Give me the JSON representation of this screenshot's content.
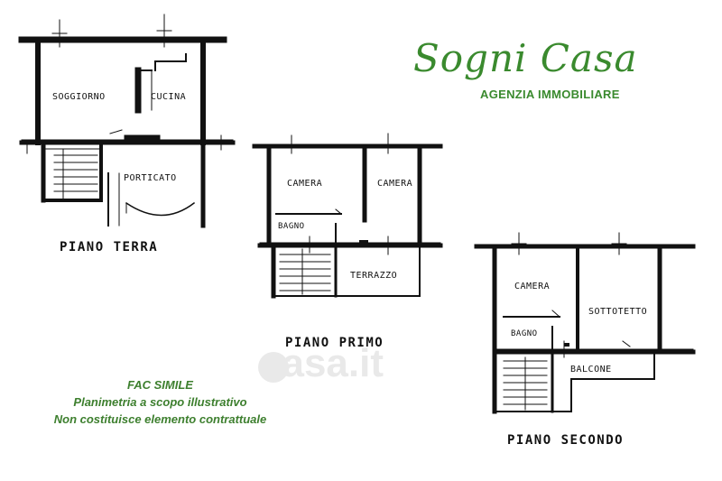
{
  "brand": {
    "name": "Sogni Casa",
    "tagline": "AGENZIA IMMOBILIARE",
    "color": "#3a8a2e"
  },
  "watermark": {
    "text": "casa.it"
  },
  "disclaimer": {
    "line1": "FAC SIMILE",
    "line2": "Planimetria a scopo illustrativo",
    "line3": "Non costituisce elemento contrattuale",
    "color": "#3d7f2e"
  },
  "floors": {
    "terra": {
      "title": "PIANO TERRA",
      "rooms": {
        "soggiorno": "SOGGIORNO",
        "cucina": "CUCINA",
        "porticato": "PORTICATO"
      }
    },
    "primo": {
      "title": "PIANO PRIMO",
      "rooms": {
        "camera_1": "CAMERA",
        "camera_2": "CAMERA",
        "bagno": "BAGNO",
        "terrazzo": "TERRAZZO"
      }
    },
    "secondo": {
      "title": "PIANO SECONDO",
      "rooms": {
        "camera": "CAMERA",
        "sottotetto": "SOTTOTETTO",
        "bagno": "BAGNO",
        "balcone": "BALCONE"
      }
    }
  }
}
